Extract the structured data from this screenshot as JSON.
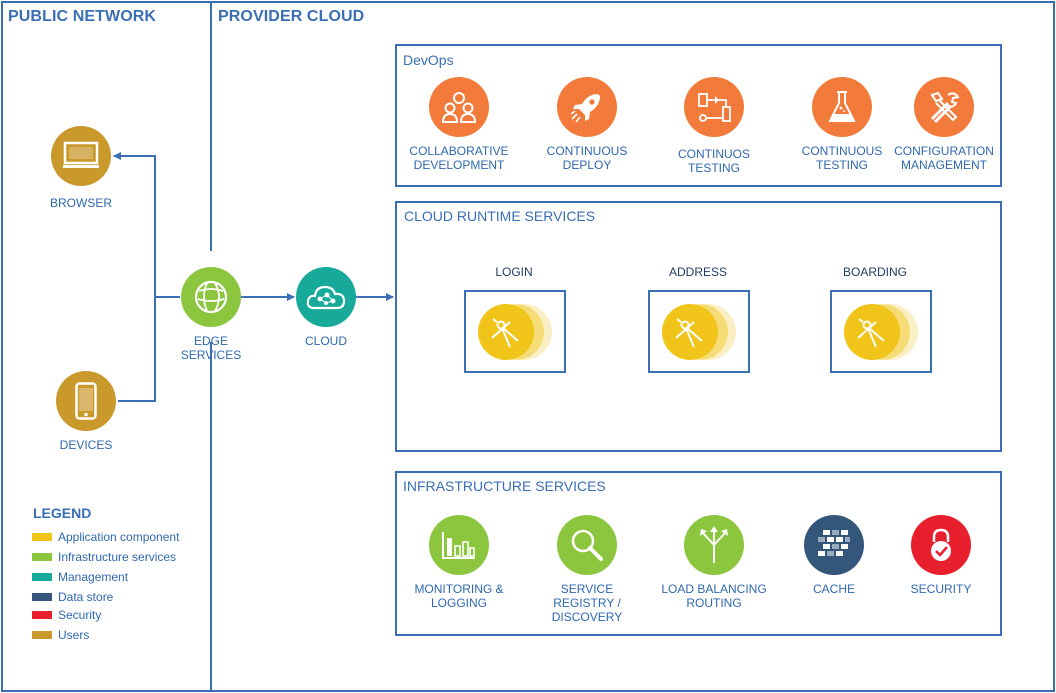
{
  "regions": {
    "public_network": "PUBLIC NETWORK",
    "provider_cloud": "PROVIDER CLOUD"
  },
  "users": {
    "browser": "BROWSER",
    "devices": "DEVICES"
  },
  "edge": {
    "edge_services": "EDGE\nSERVICES",
    "cloud": "CLOUD"
  },
  "devops": {
    "title": "DevOps",
    "items": [
      {
        "label": "COLLABORATIVE\nDEVELOPMENT",
        "icon": "team-icon"
      },
      {
        "label": "CONTINUOUS\nDEPLOY",
        "icon": "rocket-icon"
      },
      {
        "label": "CONTINUOS\nTESTING",
        "icon": "flowchart-icon"
      },
      {
        "label": "CONTINUOUS\nTESTING",
        "icon": "flask-icon"
      },
      {
        "label": "CONFIGURATION\nMANAGEMENT",
        "icon": "tools-icon"
      }
    ]
  },
  "runtime": {
    "title": "CLOUD RUNTIME SERVICES",
    "components": [
      {
        "label": "LOGIN"
      },
      {
        "label": "ADDRESS"
      },
      {
        "label": "BOARDING"
      }
    ]
  },
  "infrastructure": {
    "title": "INFRASTRUCTURE SERVICES",
    "items": [
      {
        "label": "MONITORING &\nLOGGING",
        "icon": "bar-chart-icon"
      },
      {
        "label": "SERVICE\nREGISTRY /\nDISCOVERY",
        "icon": "magnifier-icon"
      },
      {
        "label": "LOAD BALANCING\nROUTING",
        "icon": "routing-icon"
      },
      {
        "label": "CACHE",
        "icon": "cache-grid-icon"
      },
      {
        "label": "SECURITY",
        "icon": "lock-icon"
      }
    ]
  },
  "legend": {
    "title": "LEGEND",
    "items": [
      {
        "label": "Application component",
        "color": "#f0c419"
      },
      {
        "label": "Infrastructure services",
        "color": "#8cc63f"
      },
      {
        "label": "Management",
        "color": "#17a99a"
      },
      {
        "label": "Data store",
        "color": "#34567a"
      },
      {
        "label": "Security",
        "color": "#e8202e"
      },
      {
        "label": "Users",
        "color": "#c9992c"
      }
    ]
  },
  "colors": {
    "border": "#3a6fb4",
    "devops": "#f27a3a",
    "users": "#c9992c",
    "infra": "#8cc63f",
    "management": "#17a99a",
    "app": "#f0c419",
    "datastore": "#34567a",
    "security": "#e8202e"
  }
}
